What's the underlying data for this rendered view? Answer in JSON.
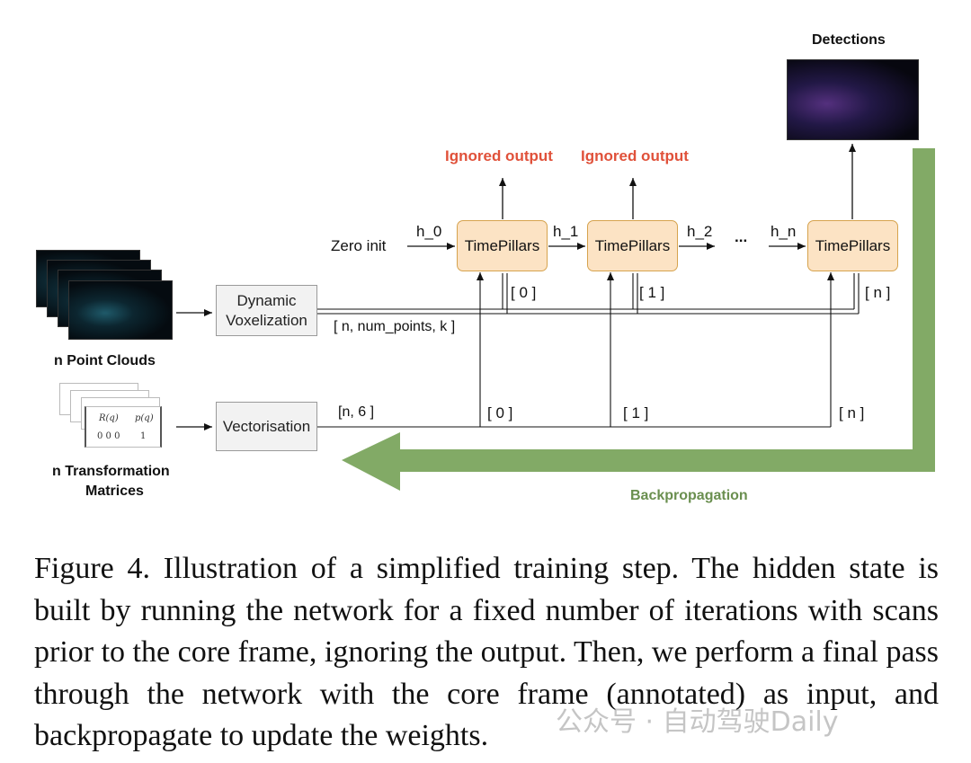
{
  "diagram": {
    "detections_label": "Detections",
    "ignored_output_1": "Ignored output",
    "ignored_output_2": "Ignored output",
    "zero_init": "Zero init",
    "hidden_states": [
      "h_0",
      "h_1",
      "h_2",
      "h_n"
    ],
    "ellipsis": "...",
    "timepillars_label": "TimePillars",
    "dynamic_voxelization": [
      "Dynamic",
      "Voxelization"
    ],
    "vectorisation": "Vectorisation",
    "point_clouds_label": "n Point Clouds",
    "transformation_matrices_label": [
      "n Transformation",
      "Matrices"
    ],
    "voxel_shape": "[ n, num_points, k ]",
    "vector_shape": "[n, 6 ]",
    "indices_top": [
      "[ 0 ]",
      "[ 1 ]",
      "[ n ]"
    ],
    "indices_bottom": [
      "[ 0 ]",
      "[ 1 ]",
      "[ n ]"
    ],
    "backpropagation": "Backpropagation",
    "matrix_front": [
      "R(q)",
      "p(q)",
      "0 0 0",
      "1"
    ],
    "colors": {
      "ignored_output": "#e0513a",
      "backprop_arrow": "#82aa66",
      "backprop_text": "#6a8f4f",
      "timepillars_fill": "#fce3c4",
      "timepillars_border": "#d6a34e",
      "process_fill": "#f2f2f2"
    }
  },
  "caption": "Figure 4.  Illustration of a simplified training step.  The hidden state is built by running the network for a fixed number of iterations with scans prior to the core frame, ignoring the output. Then, we perform a final pass through the network with the core frame (annotated) as input, and backpropagate to update the weights.",
  "watermark": "公众号 · 自动驾驶Daily"
}
